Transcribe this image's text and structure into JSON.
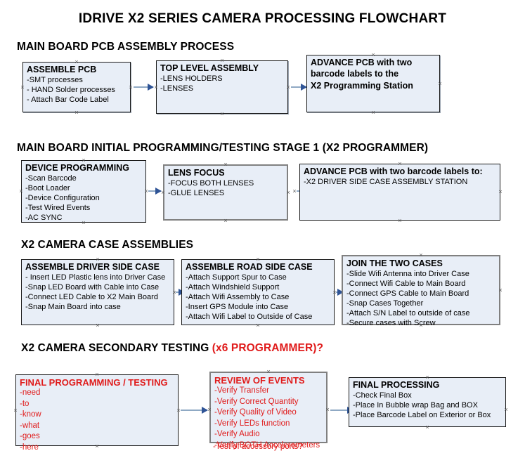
{
  "title": "IDRIVE X2  SERIES CAMERA PROCESSING FLOWCHART",
  "colors": {
    "box_fill": "#e8eef7",
    "box_border": "#1a1a1a",
    "thick_border": "#808080",
    "arrow_line": "#8fa9c4",
    "arrow_head": "#2f5496",
    "accent_red": "#e01b1b",
    "text": "#000000"
  },
  "sections": [
    {
      "heading": "MAIN BOARD PCB ASSEMBLY PROCESS",
      "heading_accent": "",
      "boxes": [
        {
          "header": "ASSEMBLE PCB",
          "lines": [
            "-SMT processes",
            "- HAND Solder processes",
            "- Attach Bar Code Label"
          ]
        },
        {
          "header": "TOP LEVEL ASSEMBLY",
          "lines": [
            "-LENS HOLDERS",
            "-LENSES"
          ]
        },
        {
          "header": "ADVANCE PCB with two",
          "lines": [
            "barcode labels to the",
            " X2 Programming Station"
          ]
        }
      ]
    },
    {
      "heading": "MAIN BOARD INITIAL PROGRAMMING/TESTING STAGE 1 (X2 PROGRAMMER)",
      "heading_accent": "",
      "boxes": [
        {
          "header": "DEVICE PROGRAMMING",
          "lines": [
            "-Scan Barcode",
            "-Boot Loader",
            "-Device Configuration",
            "-Test Wired Events",
            "-AC SYNC"
          ]
        },
        {
          "header": "LENS FOCUS",
          "lines": [
            "-FOCUS BOTH LENSES",
            "-GLUE LENSES"
          ]
        },
        {
          "header": "ADVANCE PCB with two barcode labels to:",
          "lines": [
            "-X2 DRIVER  SIDE  CASE  ASSEMBLY STATION"
          ]
        }
      ]
    },
    {
      "heading": "X2 CAMERA CASE ASSEMBLIES",
      "heading_accent": "",
      "boxes": [
        {
          "header": "ASSEMBLE DRIVER SIDE CASE",
          "lines": [
            "- Insert LED Plastic lens into Driver Case",
            "-Snap LED Board with Cable into Case",
            "-Connect LED Cable to X2 Main Board",
            "-Snap Main Board into case"
          ]
        },
        {
          "header": "ASSEMBLE ROAD SIDE CASE",
          "lines": [
            "-Attach Support Spur to Case",
            "-Attach Windshield Support",
            "-Attach Wifi Assembly to Case",
            "-Insert GPS Module into Case",
            "-Attach Wifi Label to Outside of Case"
          ]
        },
        {
          "header": "JOIN THE TWO CASES",
          "lines": [
            "-Slide Wifi Antenna into Driver Case",
            "-Connect Wifi Cable to Main Board",
            "-Connect GPS Cable to Main Board",
            "-Snap Cases Together",
            "-Attach S/N Label to outside of case",
            "-Secure cases with Screw"
          ]
        }
      ]
    },
    {
      "heading": "X2 CAMERA SECONDARY TESTING ",
      "heading_accent": "(x6 PROGRAMMER)?",
      "boxes": [
        {
          "header": "FINAL PROGRAMMING / TESTING",
          "lines": [
            "-need",
            "-to",
            "-know",
            "-what",
            "-goes",
            "-here"
          ]
        },
        {
          "header": "REVIEW OF EVENTS",
          "lines": [
            "-Verify Transfer",
            "-Verify Correct Quantity",
            "-Verify Quality of Video",
            "-Verify LEDs function",
            "-Verify Audio",
            "-Verify BOTH Accelerometers"
          ],
          "overflow_line": "-Test of accessory ports?"
        },
        {
          "header": "FINAL PROCESSING",
          "lines": [
            " -Check Final Box",
            "-Place In Bubble wrap Bag and BOX",
            "-Place Barcode Label on Exterior or Box"
          ]
        }
      ]
    }
  ]
}
